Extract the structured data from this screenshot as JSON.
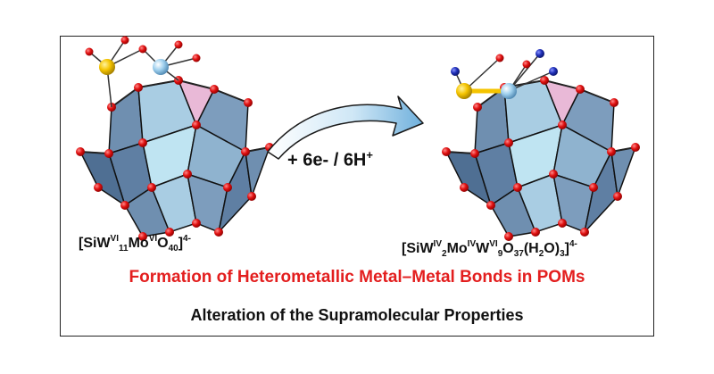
{
  "reaction": {
    "label": "+ 6e- / 6H",
    "label_sup": "+"
  },
  "reactant": {
    "f1": "[SiW",
    "f2": "VI",
    "f3": "11",
    "f4": "Mo",
    "f5": "VI",
    "f6": "O",
    "f7": "40",
    "f8": "]",
    "f9": "4-"
  },
  "product": {
    "f1": "[SiW",
    "f2": "IV",
    "f3": "2",
    "f4": "Mo",
    "f5": "IV",
    "f6": "W",
    "f7": "VI",
    "f8": "9",
    "f9": "O",
    "f10": "37",
    "f11": "(H",
    "f12": "2",
    "f13": "O)",
    "f14": "3",
    "f15": "]",
    "f16": "4-"
  },
  "headline": "Formation of Heterometallic Metal–Metal Bonds in POMs",
  "subheadline": "Alteration of the Supramolecular Properties",
  "colors": {
    "headline": "#e31e1e",
    "oxygen": "#e01010",
    "tungsten": "#f5c400",
    "molybdenum": "#9fd0ee",
    "water_oxygen": "#1f2fb8",
    "octahedron_dark": "#6f8fb0",
    "octahedron_light": "#bfe4f2",
    "silicate": "#e9b9d7",
    "arrow": "#7ab8e0"
  }
}
